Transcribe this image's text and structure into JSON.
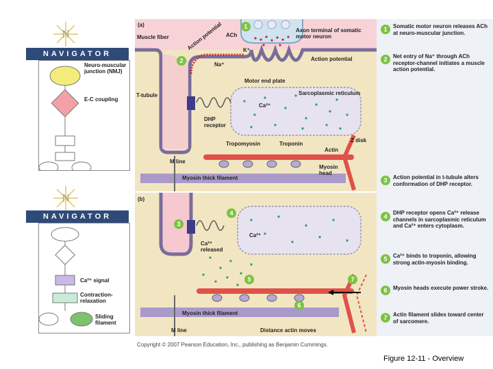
{
  "panel_a_label": "(a)",
  "panel_b_label": "(b)",
  "navigator_title": "NAVIGATOR",
  "navigator_top": {
    "nodes": [
      "Neuro-muscular junction (NMJ)",
      "E-C coupling"
    ]
  },
  "navigator_bottom": {
    "nodes": [
      "Ca²⁺ signal",
      "Contraction-relaxation",
      "Sliding filament"
    ]
  },
  "labels_a": {
    "muscle_fiber": "Muscle fiber",
    "ach": "ACh",
    "axon_terminal": "Axon terminal of somatic motor neuron",
    "action_potential_curve": "Action potential",
    "action_potential_arrow": "Action potential",
    "k_ion": "K⁺",
    "na_ion": "Na⁺",
    "t_tubule": "T-tubule",
    "motor_end_plate": "Motor end plate",
    "sarcoplasmic_reticulum": "Sarcoplasmic reticulum",
    "ca_a": "Ca²⁺",
    "dhp_receptor": "DHP receptor",
    "tropomyosin": "Tropomyosin",
    "troponin": "Troponin",
    "actin": "Actin",
    "z_disk": "Z disk",
    "m_line": "M line",
    "myosin_thick_filament": "Myosin thick filament",
    "myosin_head": "Myosin head"
  },
  "labels_b": {
    "ca_b": "Ca²⁺",
    "ca_released": "Ca²⁺ released",
    "m_line": "M line",
    "myosin_thick_filament": "Myosin thick filament",
    "distance_actin_moves": "Distance actin moves"
  },
  "steps": [
    {
      "num": "1",
      "text": "Somatic motor neuron releases ACh at neuro-muscular junction."
    },
    {
      "num": "2",
      "text": "Net entry of Na⁺ through ACh receptor-channel initiates a muscle action potential."
    },
    {
      "num": "3",
      "text": "Action potential in t-tubule alters conformation of DHP receptor."
    },
    {
      "num": "4",
      "text": "DHP receptor opens Ca²⁺ release channels in sarcoplasmic reticulum and Ca²⁺ enters cytoplasm."
    },
    {
      "num": "5",
      "text": "Ca²⁺ binds to troponin, allowing strong actin-myosin binding."
    },
    {
      "num": "6",
      "text": "Myosin heads execute power stroke."
    },
    {
      "num": "7",
      "text": "Actin filament slides toward center of sarcomere."
    }
  ],
  "copyright": "Copyright © 2007 Pearson Education, Inc., publishing as Benjamin Cummings.",
  "caption": "Figure 12-11 - Overview",
  "colors": {
    "navigator_bar": "#2e4a78",
    "step_badge": "#7dc242",
    "cytoplasm": "#f2e6c2",
    "membrane_pink": "#f5c9cf",
    "sr": "#e6e2ef",
    "calcium": "#2e9e5e",
    "actin": "#e0514a",
    "myosin": "#a99ac9"
  }
}
